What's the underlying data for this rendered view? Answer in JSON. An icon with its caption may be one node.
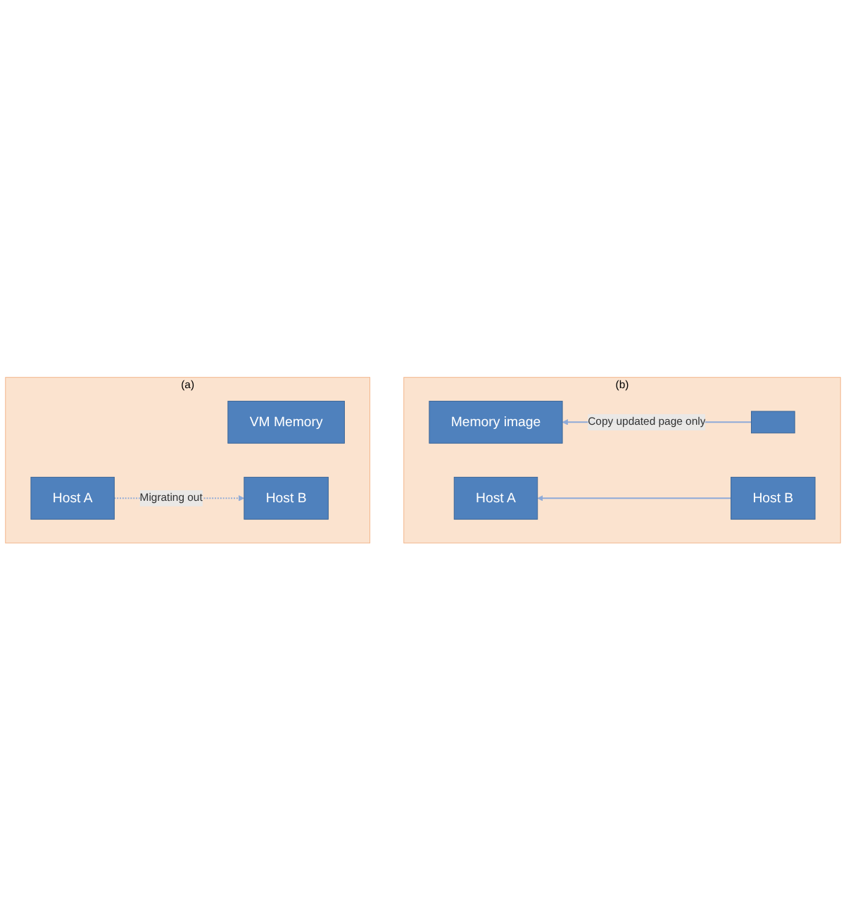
{
  "diagram": {
    "nodes": [
      {
        "text": [
          "(a)"
        ]
      },
      {
        "text": [
          "VM Memory"
        ],
        "in": 0
      },
      {
        "text": [
          "Host A"
        ],
        "in": 0
      },
      {
        "text": [
          "Host B"
        ],
        "in": 0
      },
      {
        "text": [
          "(b)"
        ]
      },
      {
        "text": [
          "Memory image"
        ],
        "in": 4
      },
      {
        "text": [],
        "shape": "box",
        "in": 4
      },
      {
        "text": [
          "Host A"
        ],
        "in": 4
      },
      {
        "text": [
          "Host B"
        ],
        "in": 4
      }
    ],
    "edges": [
      {
        "from": 2,
        "to": 3,
        "arrow": "to",
        "label": "Migrating out",
        "style": "dashed"
      },
      {
        "from": 6,
        "to": 5,
        "arrow": "to",
        "label": "Copy updated page only"
      },
      {
        "from": 8,
        "to": 7,
        "arrow": "to"
      }
    ]
  }
}
